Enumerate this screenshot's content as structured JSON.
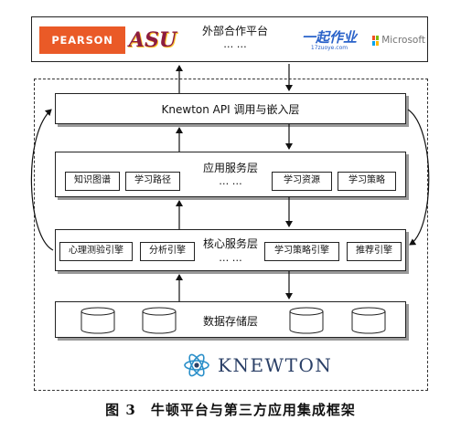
{
  "partners": {
    "title": "外部合作平台",
    "dots": "… …",
    "pearson": "PEARSON",
    "asu": "ASU",
    "zyb_main": "一起作业",
    "zyb_url": "17zuoye.com",
    "microsoft": "Microsoft"
  },
  "api_layer": {
    "title": "Knewton API 调用与嵌入层"
  },
  "app_layer": {
    "title": "应用服务层",
    "dots": "… …",
    "modules": [
      "知识图谱",
      "学习路径",
      "学习资源",
      "学习策略"
    ]
  },
  "core_layer": {
    "title": "核心服务层",
    "dots": "… …",
    "modules": [
      "心理测验引擎",
      "分析引擎",
      "学习策略引擎",
      "推荐引擎"
    ]
  },
  "storage_layer": {
    "title": "数据存储层"
  },
  "brand": {
    "name": "KNEWTON"
  },
  "caption": "图 3　牛顿平台与第三方应用集成框架",
  "colors": {
    "pearson": "#ea5a27",
    "asu": "#8c1d40",
    "zyb": "#2a62c9",
    "knewton": "#2a3f66",
    "ms_red": "#f25022",
    "ms_green": "#7fba00",
    "ms_blue": "#00a4ef",
    "ms_yellow": "#ffb900"
  }
}
